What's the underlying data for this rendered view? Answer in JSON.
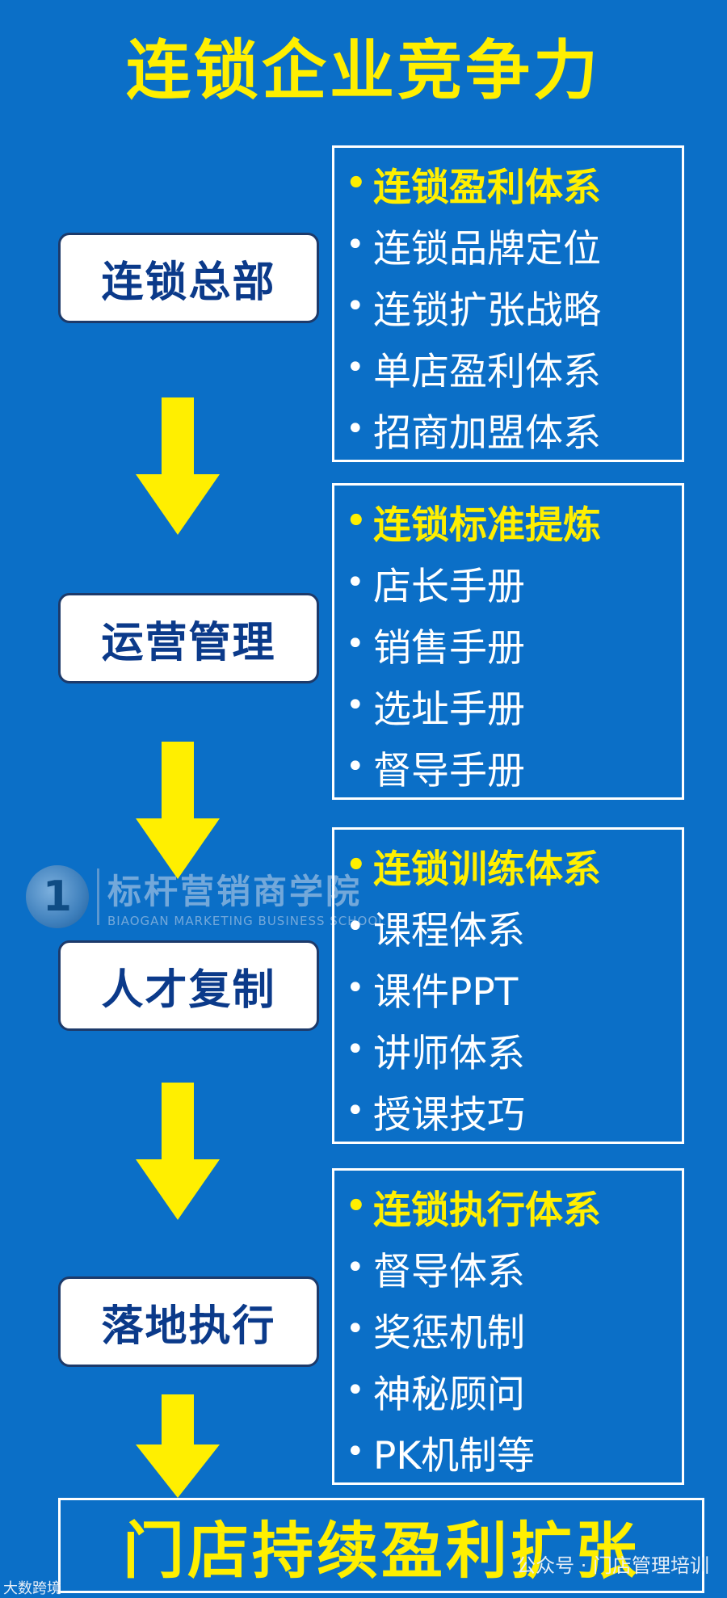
{
  "title": "连锁企业竞争力",
  "stages": [
    {
      "label": "连锁总部",
      "items": [
        "连锁盈利体系",
        "连锁品牌定位",
        "连锁扩张战略",
        "单店盈利体系",
        "招商加盟体系"
      ]
    },
    {
      "label": "运营管理",
      "items": [
        "连锁标准提炼",
        "店长手册",
        "销售手册",
        "选址手册",
        "督导手册"
      ]
    },
    {
      "label": "人才复制",
      "items": [
        "连锁训练体系",
        "课程体系",
        "课件PPT",
        "讲师体系",
        "授课技巧"
      ]
    },
    {
      "label": "落地执行",
      "items": [
        "连锁执行体系",
        "督导体系",
        "奖惩机制",
        "神秘顾问",
        "PK机制等"
      ]
    }
  ],
  "bullet": "•",
  "final": "门店持续盈利扩张",
  "watermark": {
    "logo_glyph": "1",
    "name": "标杆营销商学院",
    "subtitle": "BIAOGAN MARKETING BUSINESS SCHOOL"
  },
  "footer": {
    "left": "大数跨境",
    "right": "公众号 · 门店管理培训"
  },
  "colors": {
    "background": "#0b6fc7",
    "highlight": "#ffef00",
    "stage_text": "#0b3a8a"
  }
}
